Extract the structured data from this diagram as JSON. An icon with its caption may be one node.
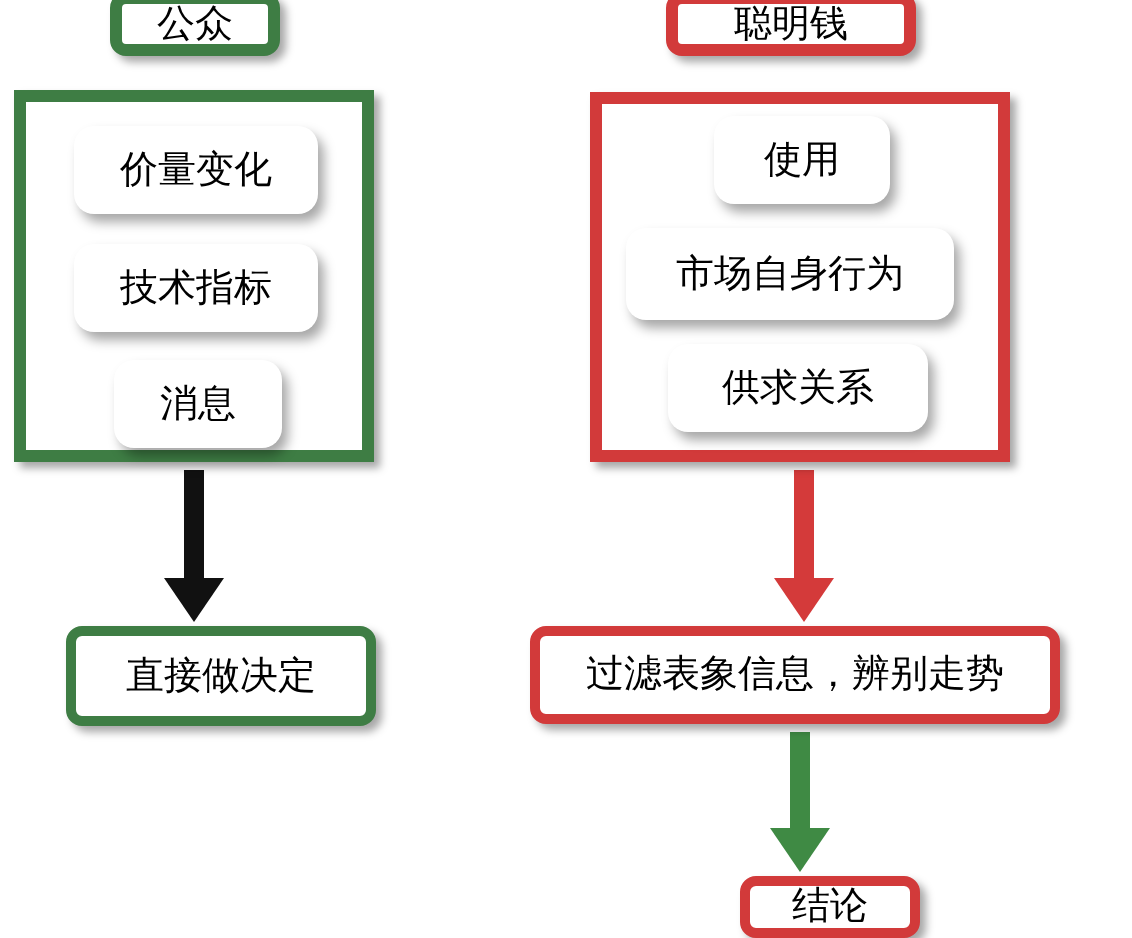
{
  "diagram": {
    "nodes": [
      {
        "text": [
          "公众"
        ]
      },
      {
        "text": [
          "聪明钱"
        ]
      },
      {
        "text": [],
        "shape": "box"
      },
      {
        "text": [
          "价量变化"
        ],
        "in": 2
      },
      {
        "text": [
          "技术指标"
        ],
        "in": 2
      },
      {
        "text": [
          "消息"
        ],
        "in": 2
      },
      {
        "text": [],
        "shape": "box"
      },
      {
        "text": [
          "使用"
        ],
        "in": 6
      },
      {
        "text": [
          "市场自身行为"
        ],
        "in": 6
      },
      {
        "text": [
          "供求关系"
        ],
        "in": 6
      },
      {
        "text": [
          "直接做决定"
        ]
      },
      {
        "text": [
          "过滤表象信息，辨别走势"
        ]
      },
      {
        "text": [
          "结论"
        ]
      }
    ],
    "edges": [
      {
        "from": 2,
        "to": 10,
        "arrow": "to",
        "color": "#111111"
      },
      {
        "from": 6,
        "to": 11,
        "arrow": "to",
        "color": "#d43a3a"
      },
      {
        "from": 11,
        "to": 12,
        "arrow": "to",
        "color": "#3f8a44"
      }
    ]
  }
}
